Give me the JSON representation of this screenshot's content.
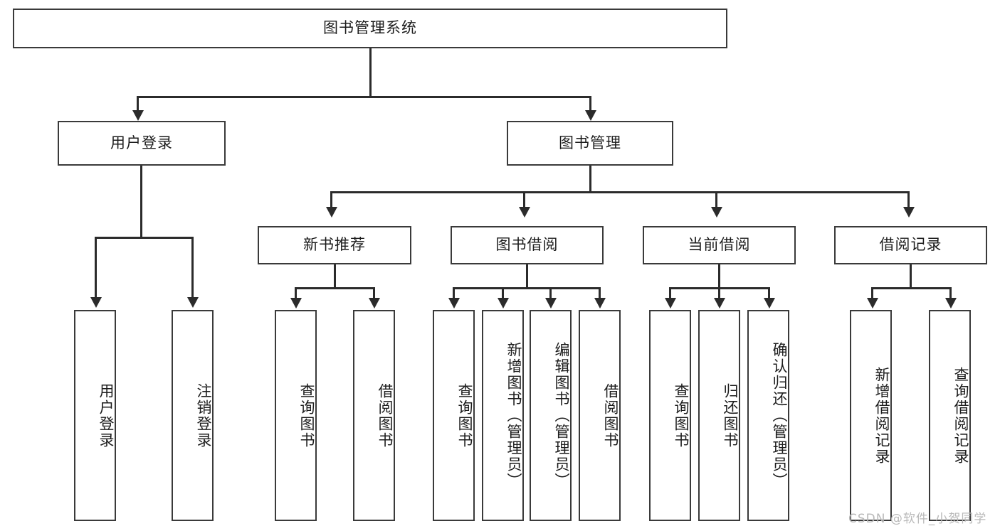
{
  "diagram": {
    "title": "图书管理系统",
    "type": "hierarchy-tree",
    "root": {
      "label": "图书管理系统"
    },
    "level2": [
      {
        "label": "用户登录"
      },
      {
        "label": "图书管理"
      }
    ],
    "level3": [
      {
        "label": "新书推荐"
      },
      {
        "label": "图书借阅"
      },
      {
        "label": "当前借阅"
      },
      {
        "label": "借阅记录"
      }
    ],
    "leaves": {
      "user_login": [
        {
          "label": "用户登录"
        },
        {
          "label": "注销登录"
        }
      ],
      "new_book_recommend": [
        {
          "label": "查询图书"
        },
        {
          "label": "借阅图书"
        }
      ],
      "book_borrow": [
        {
          "label": "查询图书"
        },
        {
          "label": "新增图书（管理员）"
        },
        {
          "label": "编辑图书（管理员）"
        },
        {
          "label": "借阅图书"
        }
      ],
      "current_borrow": [
        {
          "label": "查询图书"
        },
        {
          "label": "归还图书"
        },
        {
          "label": "确认归还（管理员）"
        }
      ],
      "borrow_record": [
        {
          "label": "新增借阅记录"
        },
        {
          "label": "查询借阅记录"
        }
      ]
    }
  },
  "watermark": {
    "text": "CSDN @软件_小贺同学"
  },
  "colors": {
    "border": "#3a3a3a",
    "line": "#2b2b2b",
    "text": "#1c1c1c",
    "background": "#ffffff",
    "watermark": "#b9b9b9"
  }
}
